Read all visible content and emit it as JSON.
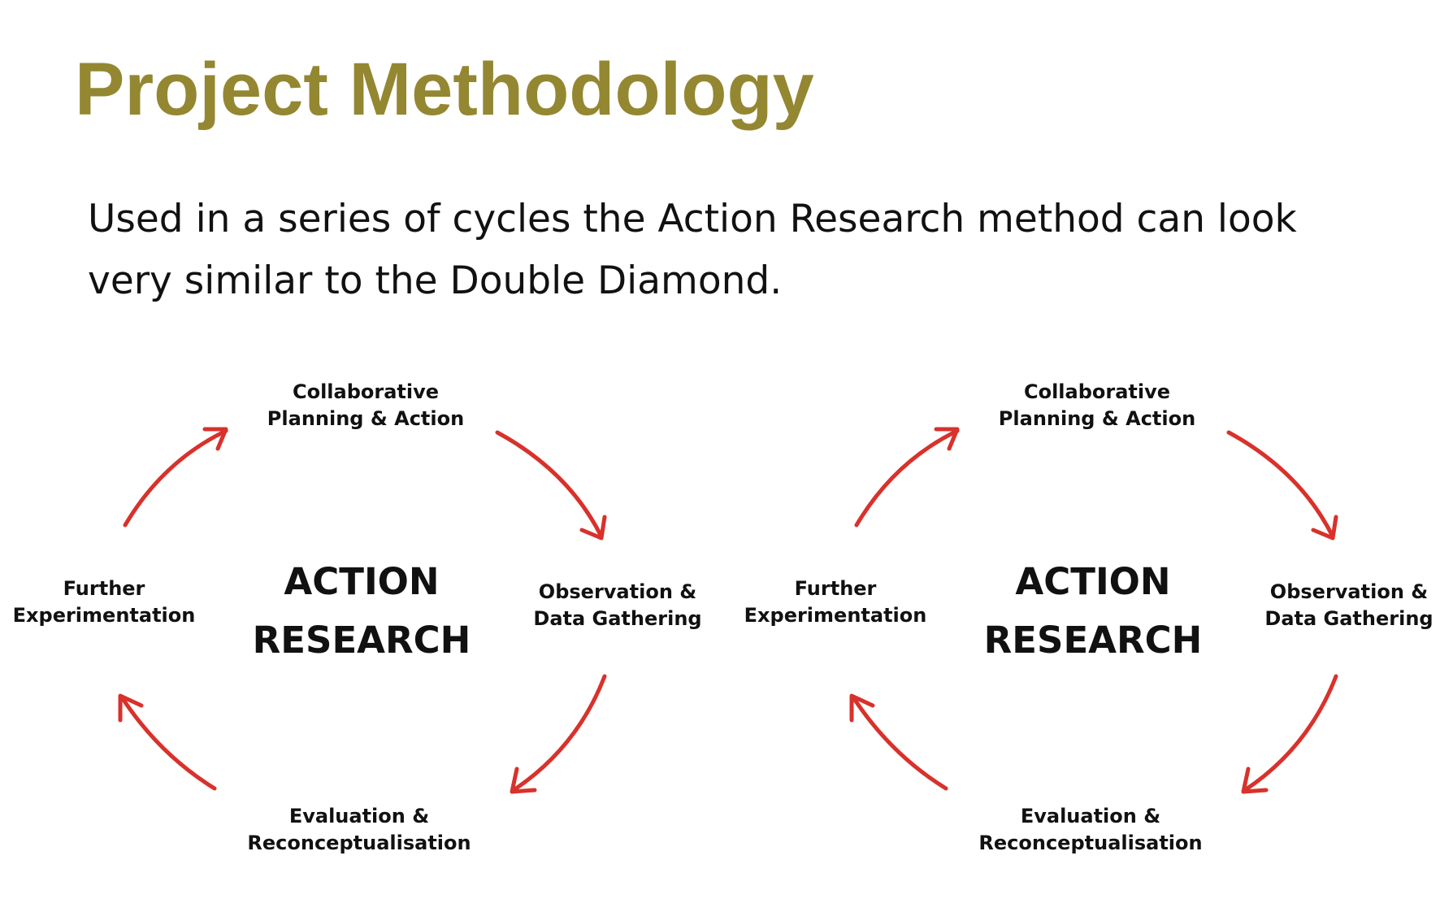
{
  "title": "Project Methodology",
  "body": "Used in a series of cycles the Action Research method can look very similar to the Double Diamond.",
  "cycles": [
    {
      "center": [
        "ACTION",
        "RESEARCH"
      ],
      "top": [
        "Collaborative",
        "Planning & Action"
      ],
      "right": [
        "Observation &",
        "Data Gathering"
      ],
      "bottom": [
        "Evaluation &",
        "Reconceptualisation"
      ],
      "left": [
        "Further",
        "Experimentation"
      ]
    },
    {
      "center": [
        "ACTION",
        "RESEARCH"
      ],
      "top": [
        "Collaborative",
        "Planning & Action"
      ],
      "right": [
        "Observation &",
        "Data Gathering"
      ],
      "bottom": [
        "Evaluation &",
        "Reconceptualisation"
      ],
      "left": [
        "Further",
        "Experimentation"
      ]
    }
  ],
  "colors": {
    "title": "#948731",
    "arrow": "#d9312b",
    "text": "#111111"
  }
}
